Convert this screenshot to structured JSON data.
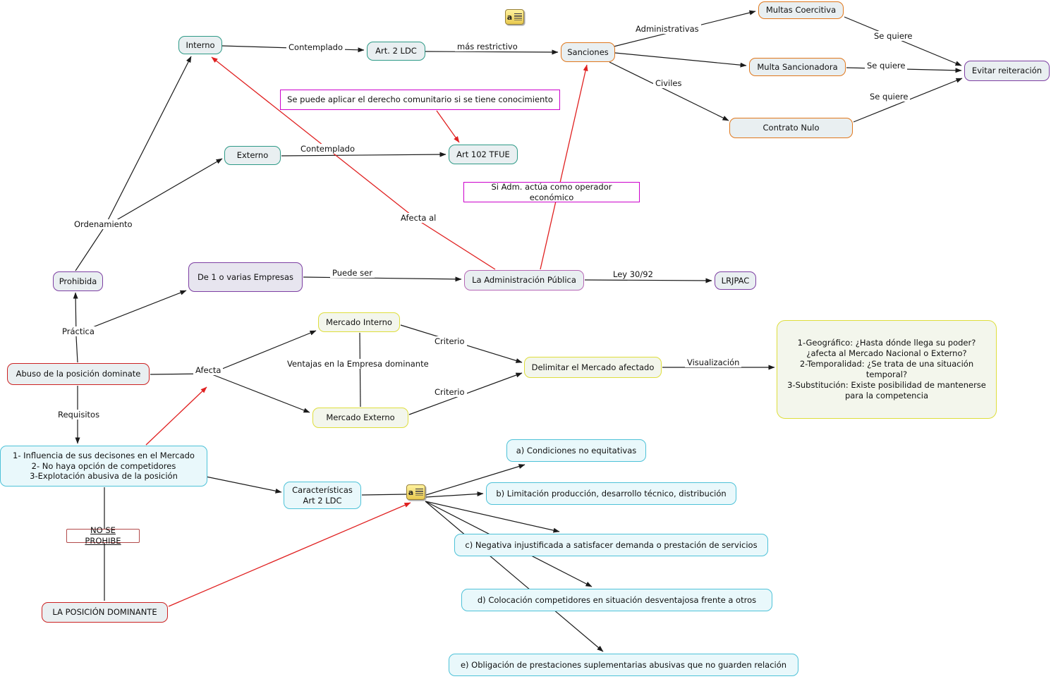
{
  "colors": {
    "teal": "#2e9a87",
    "orange": "#e0771c",
    "purple": "#7d3fa3",
    "pink": "#b668b6",
    "magenta": "#cc00cc",
    "yellow": "#dede3c",
    "red": "#cc2222",
    "cyan": "#4ec2d8",
    "line_black": "#1a1a1a",
    "line_red": "#e02020",
    "node_fill": "#e9eff1"
  },
  "nodes": {
    "interno": "Interno",
    "art2ldc": "Art. 2 LDC",
    "sanciones": "Sanciones",
    "multas_coercitiva": "Multas Coercitiva",
    "multa_sancionadora": "Multa Sancionadora",
    "evitar_reiteracion": "Evitar reiteración",
    "contrato_nulo": "Contrato Nulo",
    "derecho_comunitario": "Se puede aplicar el derecho comunitario si se tiene conocimiento",
    "externo": "Externo",
    "art102tfue": "Art 102 TFUE",
    "operador_economico": "Si Adm. actúa como operador económico",
    "prohibida": "Prohibida",
    "empresas": "De 1 o varias Empresas",
    "administracion": "La Administración Pública",
    "lrjpac": "LRJPAC",
    "mercado_interno": "Mercado Interno",
    "mercado_externo": "Mercado Externo",
    "delimitar": "Delimitar el Mercado afectado",
    "criterios": "1-Geográfico: ¿Hasta dónde llega su poder?\n¿afecta al Mercado Nacional o Externo?\n2-Temporalidad: ¿Se trata de una situación\ntemporal?\n3-Substitución: Existe posibilidad de mantenerse\npara la competencia",
    "abuso": "Abuso de la posición dominate",
    "requisitos_lista": "1- Influencia de sus decisones en el Mercado\n2- No haya opción de competidores\n3-Explotación abusiva de la posición",
    "caracteristicas": "Características\nArt 2 LDC",
    "opcion_a": "a) Condiciones no equitativas",
    "opcion_b": "b) Limitación producción, desarrollo técnico, distribución",
    "opcion_c": "c) Negativa injustificada a satisfacer demanda o prestación de servicios",
    "opcion_d": "d) Colocación competidores en situación desventajosa frente a otros",
    "opcion_e": "e) Obligación de prestaciones suplementarias abusivas que no guarden relación",
    "no_se_prohibe": "NO SE PROHIBE",
    "la_posicion_dominante": "LA POSICIÓN DOMINANTE"
  },
  "labels": {
    "contemplado_1": "Contemplado",
    "mas_restrictivo": "más restrictivo",
    "administrativas": "Administrativas",
    "civiles": "Civiles",
    "se_quiere_1": "Se quiere",
    "se_quiere_2": "Se quiere",
    "se_quiere_3": "Se quiere",
    "contemplado_2": "Contemplado",
    "ordenamiento": "Ordenamiento",
    "afecta_al": "Afecta al",
    "puede_ser": "Puede ser",
    "ley_30_92": "Ley 30/92",
    "practica": "Práctica",
    "afecta": "Afecta",
    "ventajas": "Ventajas en la Empresa dominante",
    "criterio_1": "Criterio",
    "criterio_2": "Criterio",
    "visualizacion": "Visualización",
    "requisitos": "Requisitos"
  },
  "icons": {
    "glyph": "a"
  }
}
